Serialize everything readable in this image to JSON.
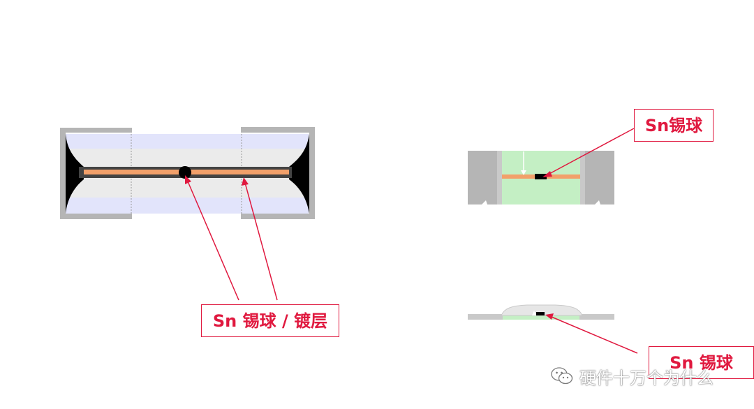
{
  "colors": {
    "callout_red": "#e0193f",
    "terminal_gray": "#b5b5b5",
    "ceramic_gray": "#ebebeb",
    "ceramic_blue": "#e2e4fb",
    "element_orange": "#f2a06a",
    "substrate_green": "#c4efc4",
    "solder_black": "#000000"
  },
  "callouts": {
    "main": "Sn 锡球 / 镀层",
    "top_right": "Sn锡球",
    "bottom_right": "Sn 锡球"
  },
  "watermark": {
    "icon": "wechat-icon",
    "text": "硬件十万个为什么"
  }
}
